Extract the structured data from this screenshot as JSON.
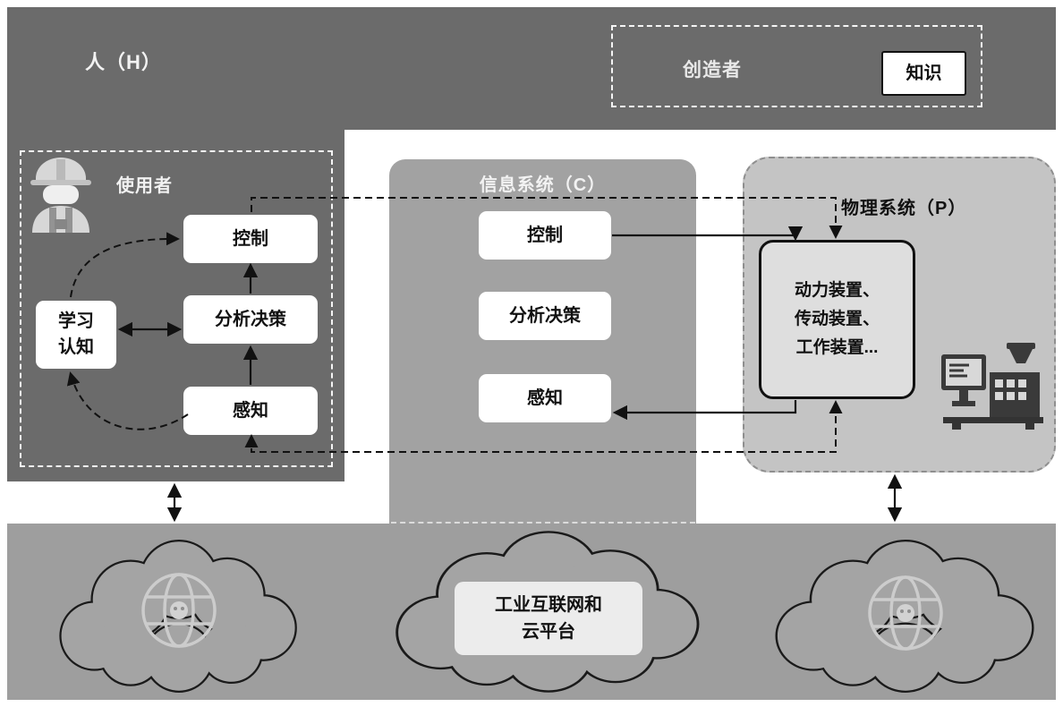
{
  "human": {
    "label": "人（H）"
  },
  "creator": {
    "label": "创造者",
    "knowledge_label": "知识"
  },
  "user": {
    "label": "使用者",
    "control": "控制",
    "analysis": "分析决策",
    "perception": "感知",
    "learning": "学习\n认知"
  },
  "cyber": {
    "label": "信息系统（C）",
    "control": "控制",
    "analysis": "分析决策",
    "perception": "感知"
  },
  "physical": {
    "label": "物理系统（P）",
    "device": "动力装置、\n传动装置、\n工作装置..."
  },
  "platform": {
    "label": "工业互联网和\n云平台"
  },
  "colors": {
    "human_bg": "#6b6b6b",
    "cyber_bg": "#a2a2a2",
    "physical_bg": "#c4c4c4",
    "band_bg": "#9e9e9e",
    "device_bg": "#dedede",
    "node_bg": "#ffffff",
    "arrow": "#111111"
  }
}
